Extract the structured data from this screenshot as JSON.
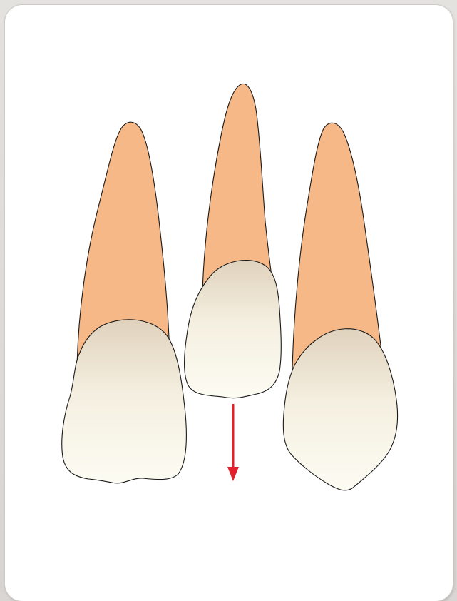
{
  "diagram": {
    "colors": {
      "root": "#f7b887",
      "crown_top": "#e3d6c2",
      "crown_bottom": "#fcfbf2",
      "outline": "#1a1a1a",
      "arrow": "#e0212b",
      "panel": "#ffffff",
      "frame": "#dcd9d6"
    },
    "teeth": [
      {
        "name": "left-tooth",
        "shape": "lateral-incisor"
      },
      {
        "name": "center-tooth",
        "shape": "extruded-tooth"
      },
      {
        "name": "right-tooth",
        "shape": "canine"
      }
    ],
    "arrow": {
      "direction": "down",
      "icon": "arrow-down-icon"
    }
  }
}
